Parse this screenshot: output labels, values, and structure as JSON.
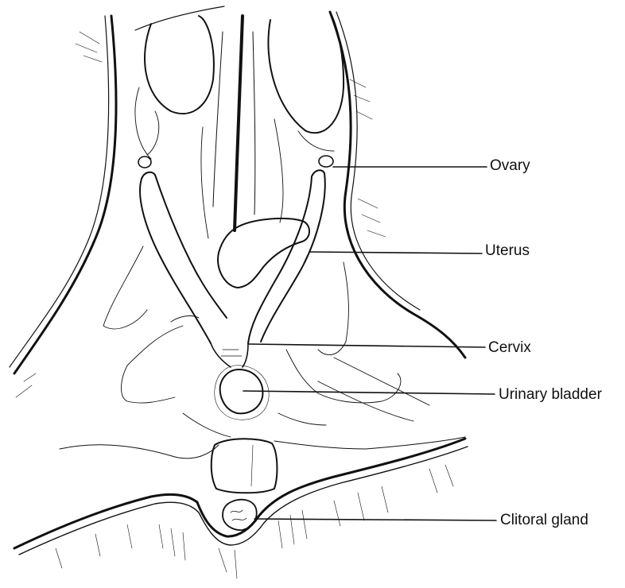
{
  "labels": {
    "ovary": "Ovary",
    "uterus": "Uterus",
    "cervix": "Cervix",
    "urinary_bladder": "Urinary bladder",
    "clitoral_gland": "Clitoral gland"
  },
  "colors": {
    "ink": "#111111",
    "background": "#ffffff"
  }
}
